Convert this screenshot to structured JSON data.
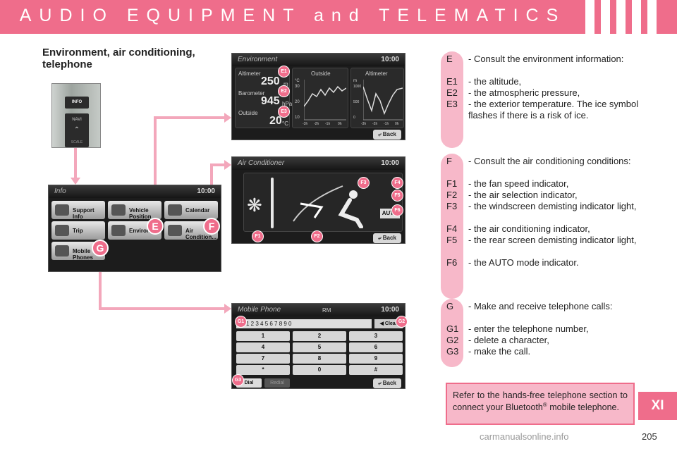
{
  "header": {
    "title": "AUDIO EQUIPMENT and TELEMATICS",
    "color": "#ef6d8b"
  },
  "section_title_line1": "Environment, air conditioning,",
  "section_title_line2": "telephone",
  "control_panel": {
    "buttons": [
      "INFO",
      "NAVI",
      "SCALE"
    ]
  },
  "info_screen": {
    "title": "Info",
    "time": "10:00",
    "buttons": [
      "Support Info",
      "Vehicle Position",
      "Calendar",
      "Trip",
      "Environ...",
      "Air Condition...",
      "Mobile Phones"
    ],
    "markers": [
      "E",
      "F",
      "G"
    ]
  },
  "environment_screen": {
    "title": "Environment",
    "time": "10:00",
    "altimeter_label": "Altimeter",
    "altimeter_value": "250",
    "altimeter_unit": "m",
    "barometer_label": "Barometer",
    "barometer_value": "945",
    "barometer_unit": "hPa",
    "outside_label": "Outside",
    "outside_value": "20",
    "outside_unit": "°C",
    "graph1_title": "Outside",
    "graph2_title": "Altimeter",
    "graph1_unit": "°C",
    "graph1_ticks": [
      "30",
      "20",
      "10"
    ],
    "graph2_unit": "m",
    "graph2_ticks": [
      "1000",
      "500",
      "0"
    ],
    "time_ticks": [
      "-3h",
      "-2h",
      "-1h",
      "0h"
    ],
    "back": "Back",
    "badges": [
      "E1",
      "E2",
      "E3"
    ]
  },
  "ac_screen": {
    "title": "Air Conditioner",
    "time": "10:00",
    "auto": "AUTO",
    "back": "Back",
    "badges": [
      "F1",
      "F2",
      "F3",
      "F4",
      "F5",
      "F6"
    ]
  },
  "phone_screen": {
    "title": "Mobile Phone",
    "time": "10:00",
    "status": "RM",
    "number": "1 2 3 4 5 6 7 8 9 0",
    "clear": "Clear",
    "keys": [
      "1",
      "2",
      "3",
      "4",
      "5",
      "6",
      "7",
      "8",
      "9",
      "*",
      "0",
      "#"
    ],
    "dial": "Dial",
    "redial": "Redial",
    "back": "Back",
    "badges": [
      "G1",
      "G2",
      "G3"
    ]
  },
  "groups": [
    {
      "items": [
        {
          "code": "E",
          "text": "- Consult the environment information:"
        },
        {
          "code": "E1",
          "text": "- the altitude,"
        },
        {
          "code": "E2",
          "text": "- the atmospheric pressure,"
        },
        {
          "code": "E3",
          "text": "- the exterior temperature. The ice symbol flashes if there is a risk of ice."
        }
      ]
    },
    {
      "items": [
        {
          "code": "F",
          "text": "- Consult the air conditioning conditions:"
        },
        {
          "code": "F1",
          "text": "- the fan speed indicator,"
        },
        {
          "code": "F2",
          "text": "- the air selection indicator,"
        },
        {
          "code": "F3",
          "text": "- the windscreen demisting indicator light,"
        },
        {
          "code": "F4",
          "text": "- the air conditioning indicator,"
        },
        {
          "code": "F5",
          "text": "- the rear screen demisting indicator light,"
        },
        {
          "code": "F6",
          "text": "- the AUTO mode indicator."
        }
      ]
    },
    {
      "items": [
        {
          "code": "G",
          "text": "- Make and receive telephone calls:"
        },
        {
          "code": "G1",
          "text": "- enter the telephone number,"
        },
        {
          "code": "G2",
          "text": "- delete a character,"
        },
        {
          "code": "G3",
          "text": "- make the call."
        }
      ]
    }
  ],
  "note": {
    "text": "Refer to the hands-free telephone section to connect your Bluetooth",
    "superscript": "®",
    "text_end": "mobile telephone."
  },
  "chapter": "XI",
  "page_number": "205",
  "watermark": "carmanualsonline.info",
  "colors": {
    "accent": "#ef6d8b",
    "light_accent": "#f7b8c9",
    "connector": "#f3a7bb"
  }
}
